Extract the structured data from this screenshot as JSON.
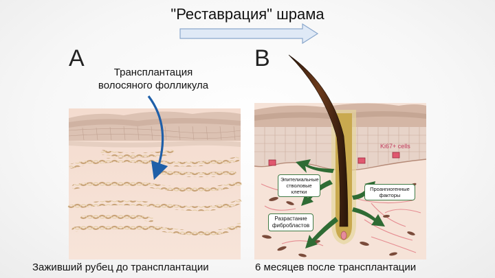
{
  "title": "\"Реставрация\" шрама",
  "panel_a": {
    "letter": "A",
    "label_line1": "Трансплантация",
    "label_line2": "волосяного фолликула",
    "caption": "Заживший рубец до трансплантации"
  },
  "panel_b": {
    "letter": "B",
    "caption": "6 месяцев после трансплантации",
    "ki67_label": "Ki67+ cells",
    "box_epithelial": "Эпителиальные стволовые клетки",
    "box_angiogenic": "Проангиогенные факторы",
    "box_fibroblast": "Разрастание фибробластов"
  },
  "colors": {
    "arrow_blue": "#1f5fa8",
    "arrow_green": "#2f6b34",
    "skin": "#d9bfb0",
    "fiber": "#d8b88c"
  }
}
